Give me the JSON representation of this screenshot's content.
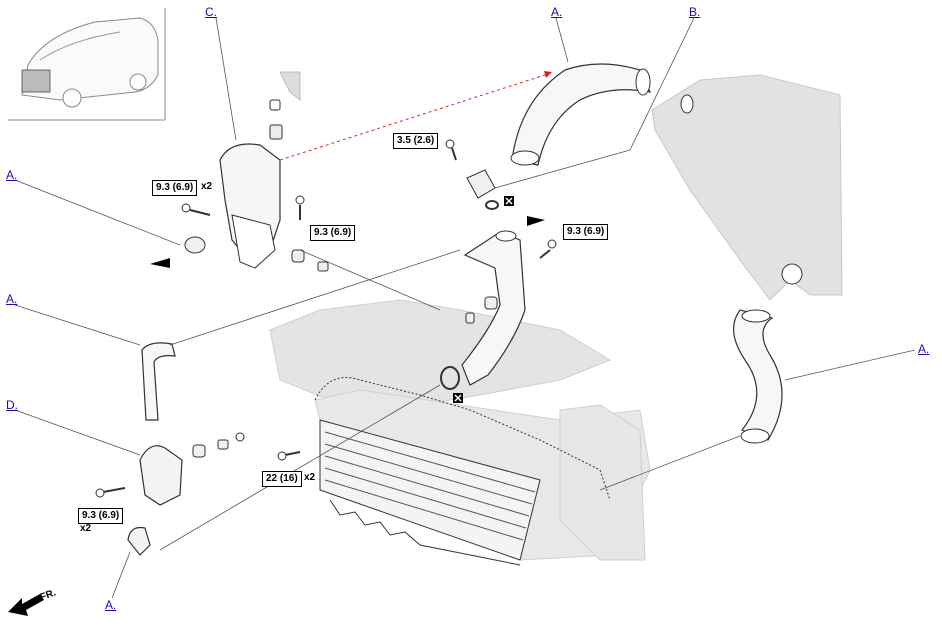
{
  "callouts": {
    "c_top": "C.",
    "a_top": "A.",
    "b_top": "B.",
    "a_left1": "A.",
    "a_left2": "A.",
    "d_left": "D.",
    "a_right": "A.",
    "a_bottom": "A."
  },
  "torques": {
    "t_c_bolts": "9.3 (6.9)",
    "t_c_side": "9.3 (6.9)",
    "t_sensor": "3.5 (2.6)",
    "t_pipe": "9.3 (6.9)",
    "t_d": "9.3 (6.9)",
    "t_bracket": "22 (16)"
  },
  "quantities": {
    "q_c": "x2",
    "q_d": "x2",
    "q_bracket": "x2"
  },
  "direction_label": "FR.",
  "colors": {
    "link": "#1a0dab",
    "ghost": "#d9d9d9",
    "dashed_red": "#e02020",
    "line": "#333333"
  }
}
